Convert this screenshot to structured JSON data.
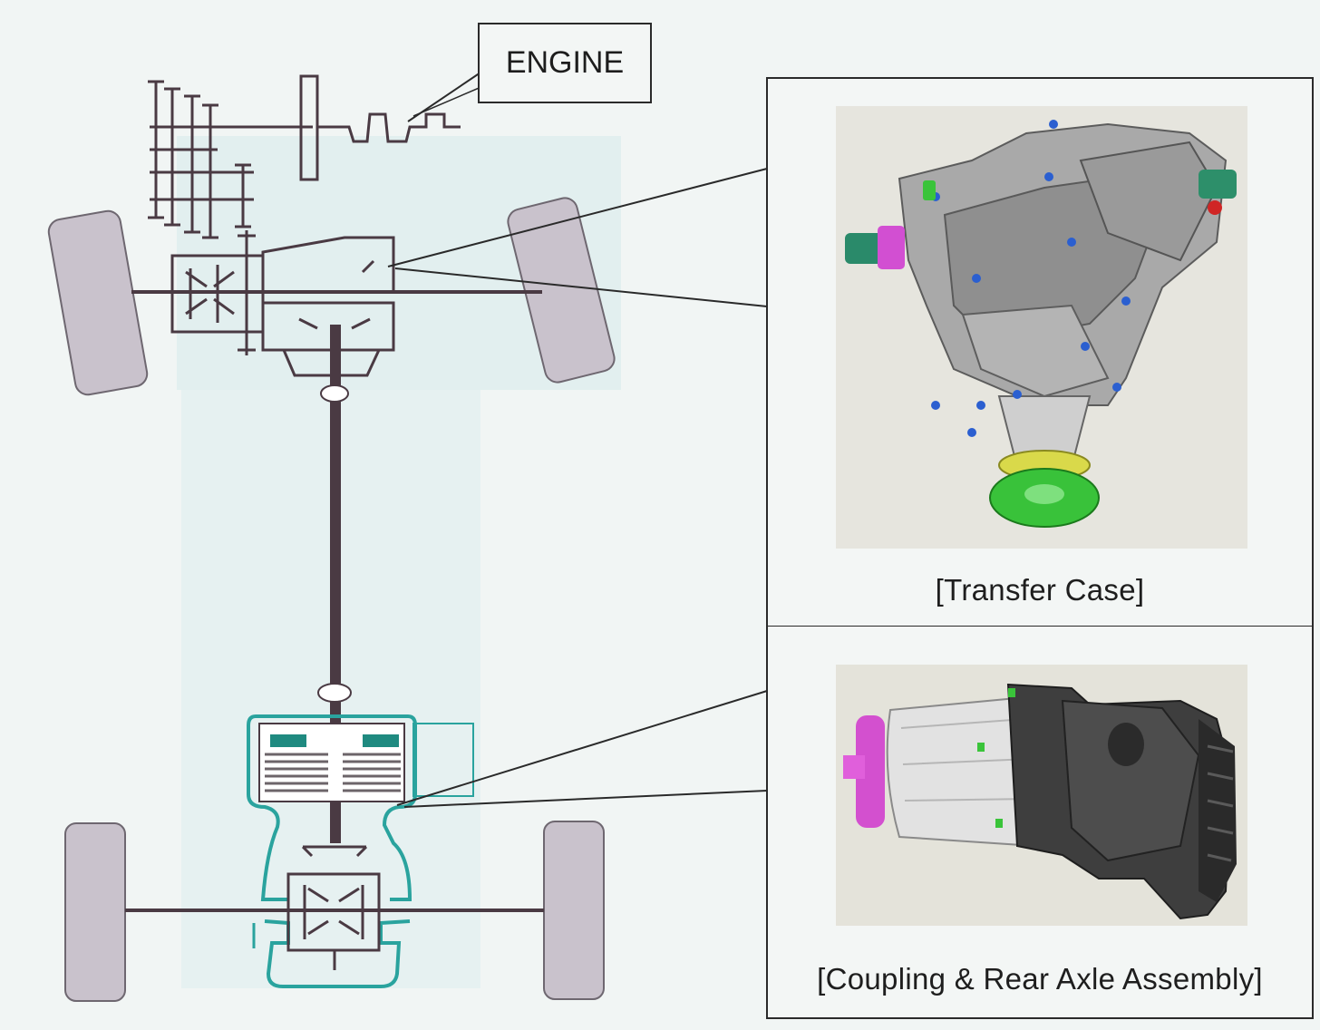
{
  "labels": {
    "engine": "ENGINE",
    "transfer_case": "[Transfer Case]",
    "rear_assembly": "[Coupling & Rear Axle Assembly]"
  },
  "colors": {
    "background": "#f1f5f4",
    "drivetrain": "#4a3a43",
    "tire": "#c9c2cc",
    "coupling_outline": "#2aa39e",
    "clutch_pack": "#1f8a80",
    "shading": "#dbecec"
  },
  "icons": {
    "transfer_case_photo": "transfer-case-3d-render",
    "rear_assembly_photo": "coupling-rear-axle-3d-render"
  }
}
